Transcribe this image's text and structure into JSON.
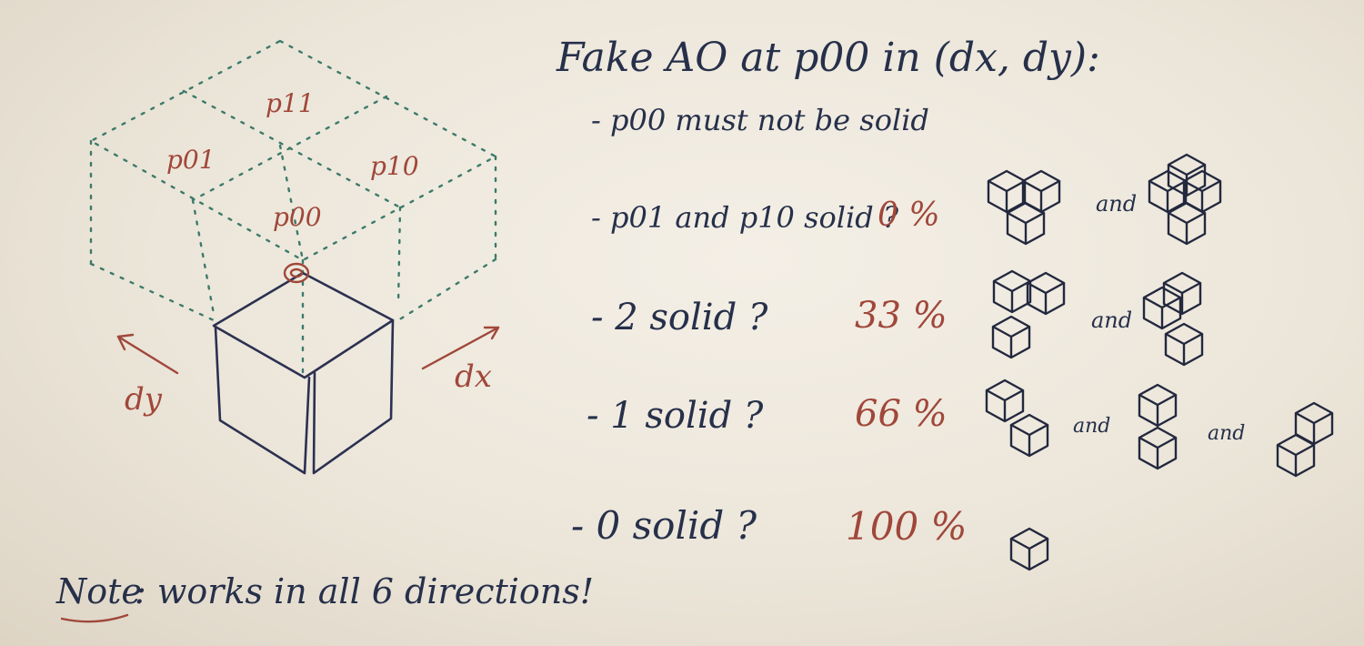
{
  "title": "Fake AO at p00 in (dx, dy):",
  "cell_labels": {
    "p11": "p11",
    "p01": "p01",
    "p10": "p10",
    "p00": "p00"
  },
  "axes": {
    "dx": "dx",
    "dy": "dy"
  },
  "rules": [
    {
      "text": "- p00 must not be solid",
      "value": ""
    },
    {
      "text": "- p01 and p10 solid ?",
      "value": "0 %",
      "joiner": "and"
    },
    {
      "text": "- 2 solid ?",
      "value": "33 %",
      "joiner": "and"
    },
    {
      "text": "- 1 solid ?",
      "value": "66 %",
      "joiner": "and"
    },
    {
      "text": "- 0 solid ?",
      "value": "100 %"
    }
  ],
  "note": {
    "label": "Note",
    "text": ": works in all 6 directions!"
  },
  "colors": {
    "ink": "#26304a",
    "red": "#a0473a",
    "dashed_green": "#3c7a6a",
    "board": "#f4efe6"
  }
}
